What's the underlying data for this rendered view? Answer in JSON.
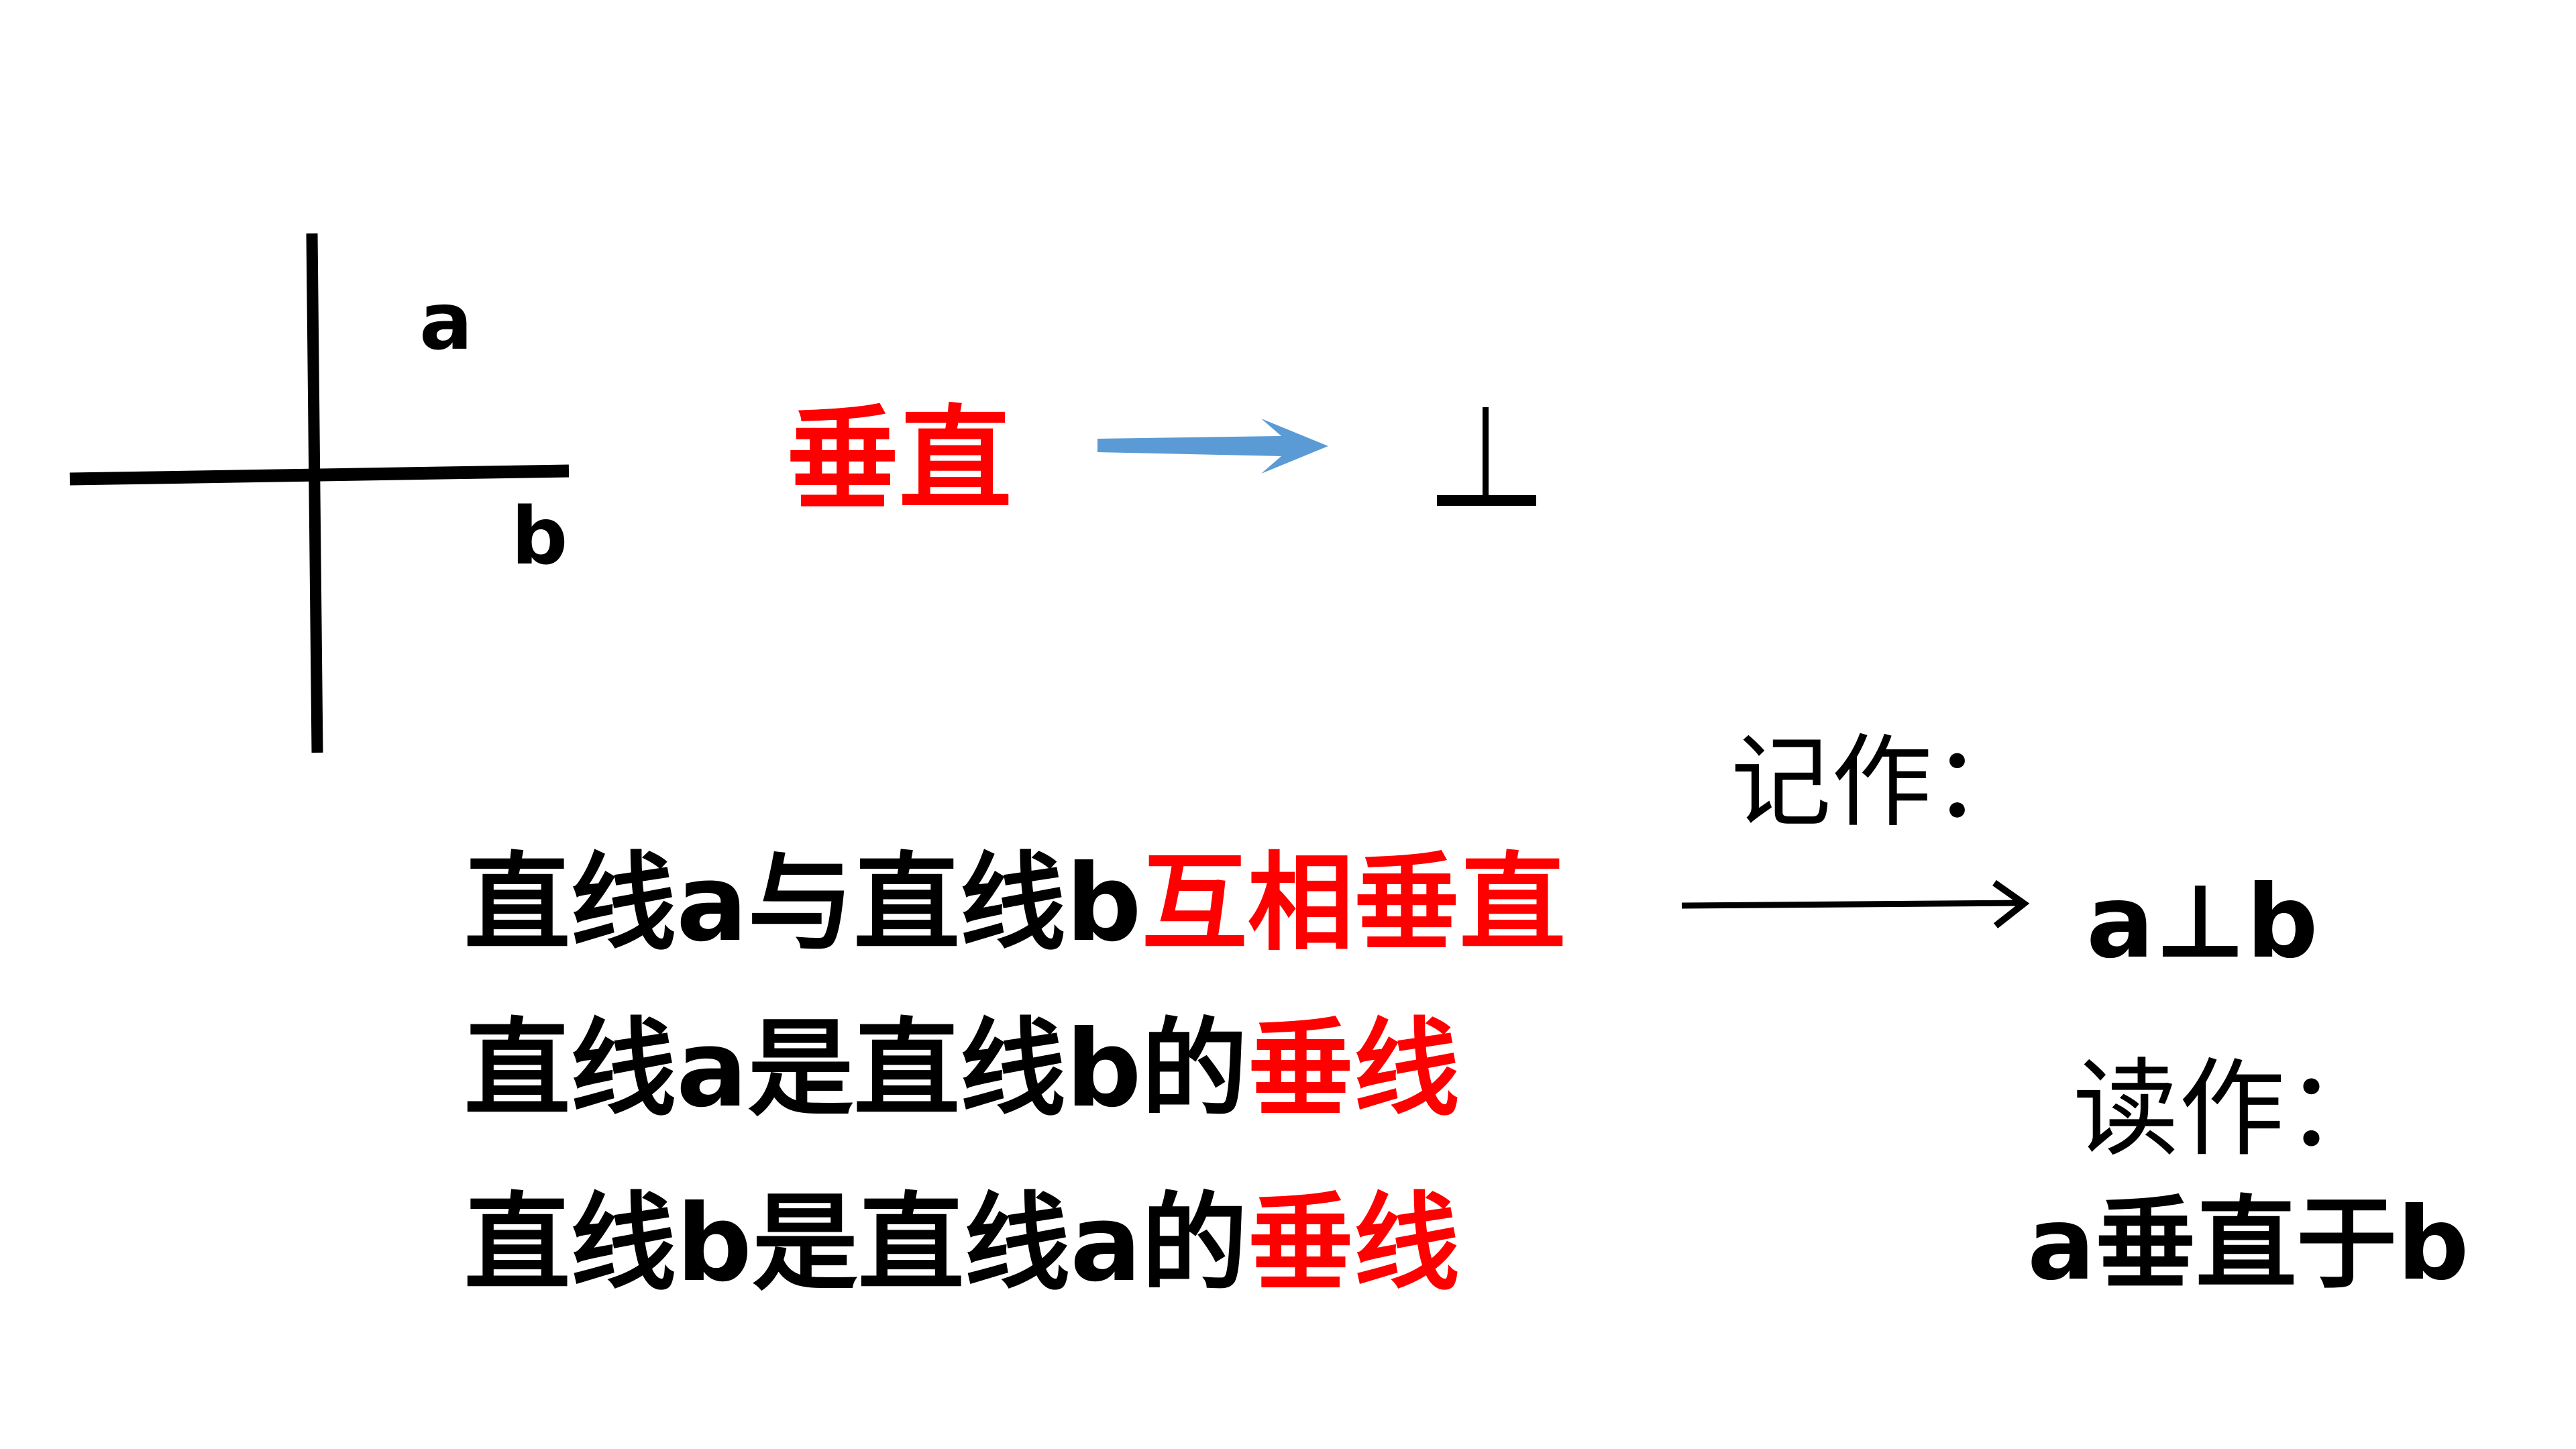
{
  "diagram": {
    "label_a": "a",
    "label_b": "b",
    "line_color": "#000000"
  },
  "concept": {
    "term": "垂直",
    "term_color": "#ff0000",
    "arrow_color": "#5b9bd5",
    "symbol": "⊥"
  },
  "statements": [
    {
      "prefix": "直线a与直线b",
      "highlight": "互相垂直"
    },
    {
      "prefix": "直线a是直线b的",
      "highlight": "垂线"
    },
    {
      "prefix": "直线b是直线a的",
      "highlight": "垂线"
    }
  ],
  "notation": {
    "write_label": "记作：",
    "write_value": "a⊥b",
    "read_label": "读作：",
    "read_value": "a垂直于b"
  }
}
